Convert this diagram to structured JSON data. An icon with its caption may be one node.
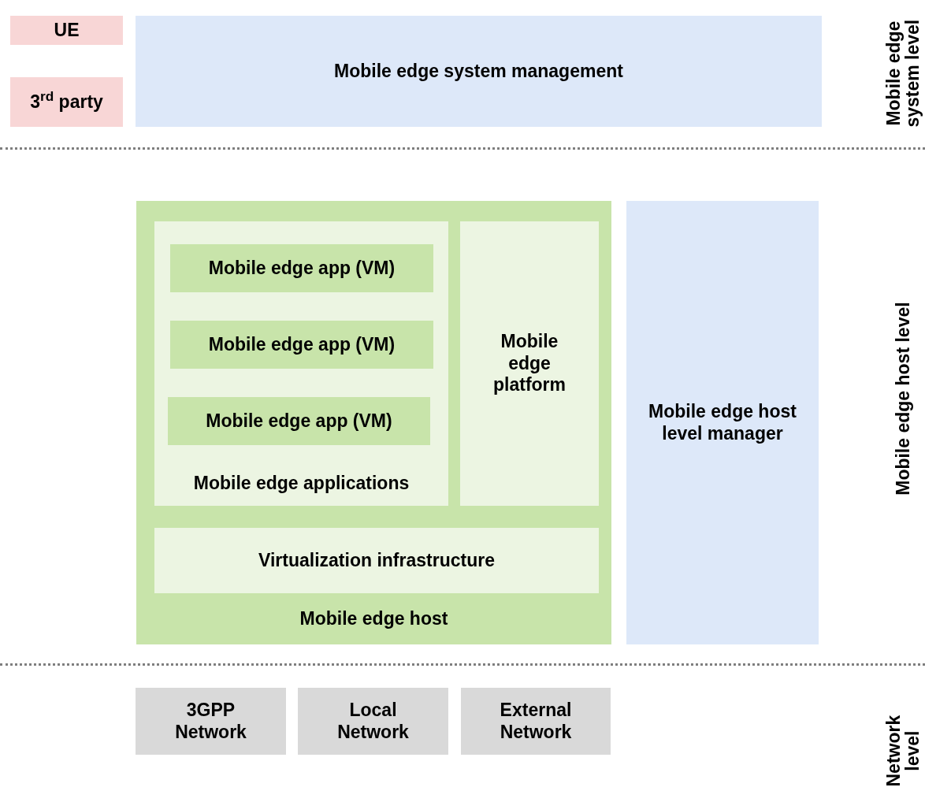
{
  "diagram": {
    "nodes": [
      {
        "text": [
          "UE"
        ]
      },
      {
        "text": [
          "3$^{rd}$ party"
        ]
      },
      {
        "text": [
          "Mobile edge system management"
        ]
      },
      {
        "text": [
          "Mobile edge host"
        ]
      },
      {
        "text": [
          "Mobile edge applications"
        ],
        "in": 3
      },
      {
        "text": [
          "Mobile edge app (VM)"
        ],
        "in": 4
      },
      {
        "text": [
          "Mobile edge app (VM)"
        ],
        "in": 4
      },
      {
        "text": [
          "Mobile edge app (VM)"
        ],
        "in": 4
      },
      {
        "text": [
          "Mobile edge platform"
        ],
        "in": 3
      },
      {
        "text": [
          "Virtualization infrastructure"
        ],
        "in": 3
      },
      {
        "text": [
          "Mobile edge host level manager"
        ]
      },
      {
        "text": [
          "3GPP Network"
        ]
      },
      {
        "text": [
          "Local Network"
        ]
      },
      {
        "text": [
          "External Network"
        ]
      }
    ],
    "labels": [
      "Mobile edge system level",
      "Mobile edge host level",
      "Network level"
    ]
  }
}
